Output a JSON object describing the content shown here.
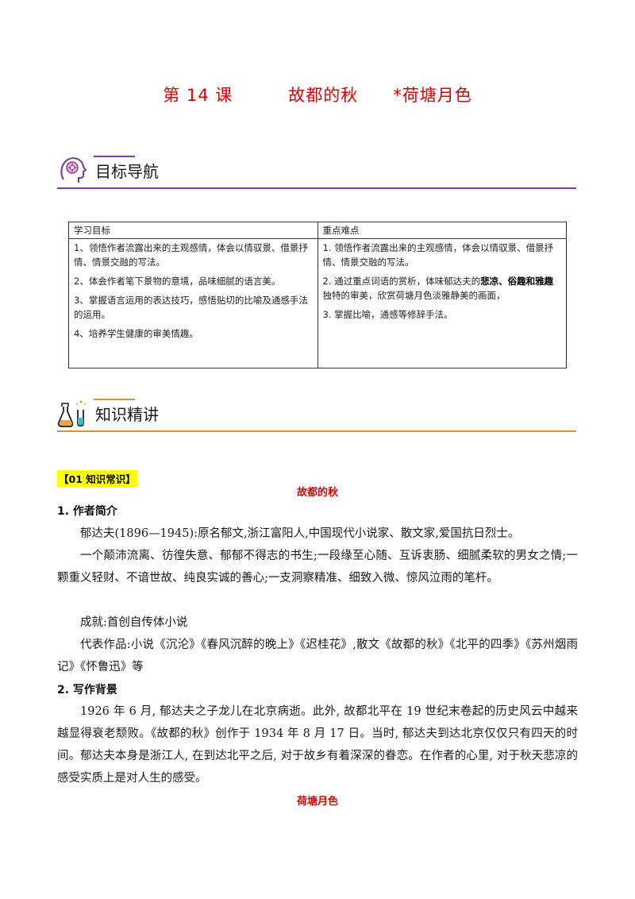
{
  "title": {
    "lesson": "第 14 课",
    "text1": "故都的秋",
    "text2": "*荷塘月色"
  },
  "section1": {
    "label": "目标导航",
    "icon": "brain-head-icon"
  },
  "goals_table": {
    "headers": [
      "学习目标",
      "重点难点"
    ],
    "left": [
      "1、领悟作者流露出来的主观感情，体会以情驭景、借景抒情、情景交融的写法。",
      "2、体会作者笔下景物的意境，品味细腻的语言美。",
      "3、掌握语言运用的表达技巧，感悟贴切的比喻及通感手法的运用。",
      "4、培养学生健康的审美情趣。"
    ],
    "right": {
      "item1": "1. 领悟作者流露出来的主观感情，体会以情驭景、借景抒情、情景交融的写法。",
      "item2_pre": "2. 通过重点词语的赏析，体味郁达夫的",
      "item2_bold": "悲凉、俗趣和雅趣",
      "item2_post": "独特的审美，欣赏荷塘月色淡雅静美的画面，",
      "item3": "3. 掌握比喻，通感等修辞手法。"
    }
  },
  "section2": {
    "label": "知识精讲",
    "icon": "lab-flask-icon"
  },
  "tag": "【01 知识常识】",
  "subtitle1": "故都的秋",
  "heading1": "1. 作者简介",
  "para1": "郁达夫(1896—1945):原名郁文,浙江富阳人,中国现代小说家、散文家,爱国抗日烈士。",
  "para2": "一个颠沛流离、彷徨失意、郁郁不得志的书生;一段缘至心随、互诉衷肠、细腻柔软的男女之情;一颗重义轻财、不谙世故、纯良实诚的善心;一支洞察精准、细致入微、惊风泣雨的笔杆。",
  "para3": "成就:首创自传体小说",
  "para4": "代表作品:小说《沉沦》《春风沉醉的晚上》《迟桂花》,散文《故都的秋》《北平的四季》《苏州烟雨记》《怀鲁迅》等",
  "heading2": "2. 写作背景",
  "para5": "1926 年 6 月, 郁达夫之子龙儿在北京病逝。此外, 故都北平在 19 世纪末卷起的历史风云中越来越显得衰老颓败。《故都的秋》创作于 1934 年 8 月 17 日。当时, 郁达夫到达北京仅仅只有四天的时间。郁达夫本身是浙江人, 在到达北平之后, 对于故乡有着深深的眷恋。在作者的心里, 对于秋天悲凉的感受实质上是对人生的感受。",
  "subtitle2": "荷塘月色",
  "colors": {
    "title_red": "#e10000",
    "purple_rule": "#7b3fa0",
    "orange_rule": "#ef8a2a",
    "highlight": "#ffff00"
  }
}
